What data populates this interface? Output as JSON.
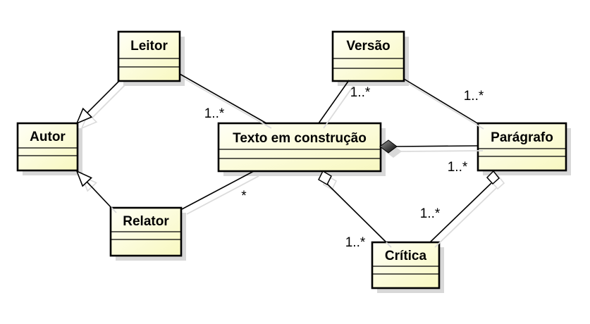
{
  "diagram": {
    "type": "uml-class-diagram",
    "background": "#ffffff",
    "colors": {
      "class_fill_start": "#fffff6",
      "class_fill_end": "#f8f8c0",
      "class_border": "#000000",
      "relationship_line": "#000000",
      "shadow": "#c9c9c9",
      "composite_diamond_start": "#9a9a9a",
      "composite_diamond_end": "#000000"
    },
    "classes": [
      {
        "name": "Leitor"
      },
      {
        "name": "Versão"
      },
      {
        "name": "Autor"
      },
      {
        "name": "Texto em construção"
      },
      {
        "name": "Parágrafo"
      },
      {
        "name": "Relator"
      },
      {
        "name": "Crítica"
      }
    ],
    "relationships": [
      {
        "type": "generalization",
        "from": "Leitor",
        "to": "Autor"
      },
      {
        "type": "generalization",
        "from": "Relator",
        "to": "Autor"
      },
      {
        "type": "association",
        "from": "Leitor",
        "to": "Texto em construção",
        "multiplicity": "1..*"
      },
      {
        "type": "association",
        "from": "Relator",
        "to": "Texto em construção",
        "multiplicity": "*"
      },
      {
        "type": "association",
        "from": "Versão",
        "to": "Texto em construção",
        "multiplicity": "1..*"
      },
      {
        "type": "association",
        "from": "Versão",
        "to": "Parágrafo",
        "multiplicity": "1..*"
      },
      {
        "type": "composition",
        "from": "Texto em construção",
        "to": "Parágrafo",
        "multiplicity": "1..*"
      },
      {
        "type": "aggregation",
        "from": "Texto em construção",
        "to": "Crítica",
        "multiplicity": "1..*"
      },
      {
        "type": "aggregation",
        "from": "Parágrafo",
        "to": "Crítica",
        "multiplicity": "1..*"
      }
    ]
  }
}
